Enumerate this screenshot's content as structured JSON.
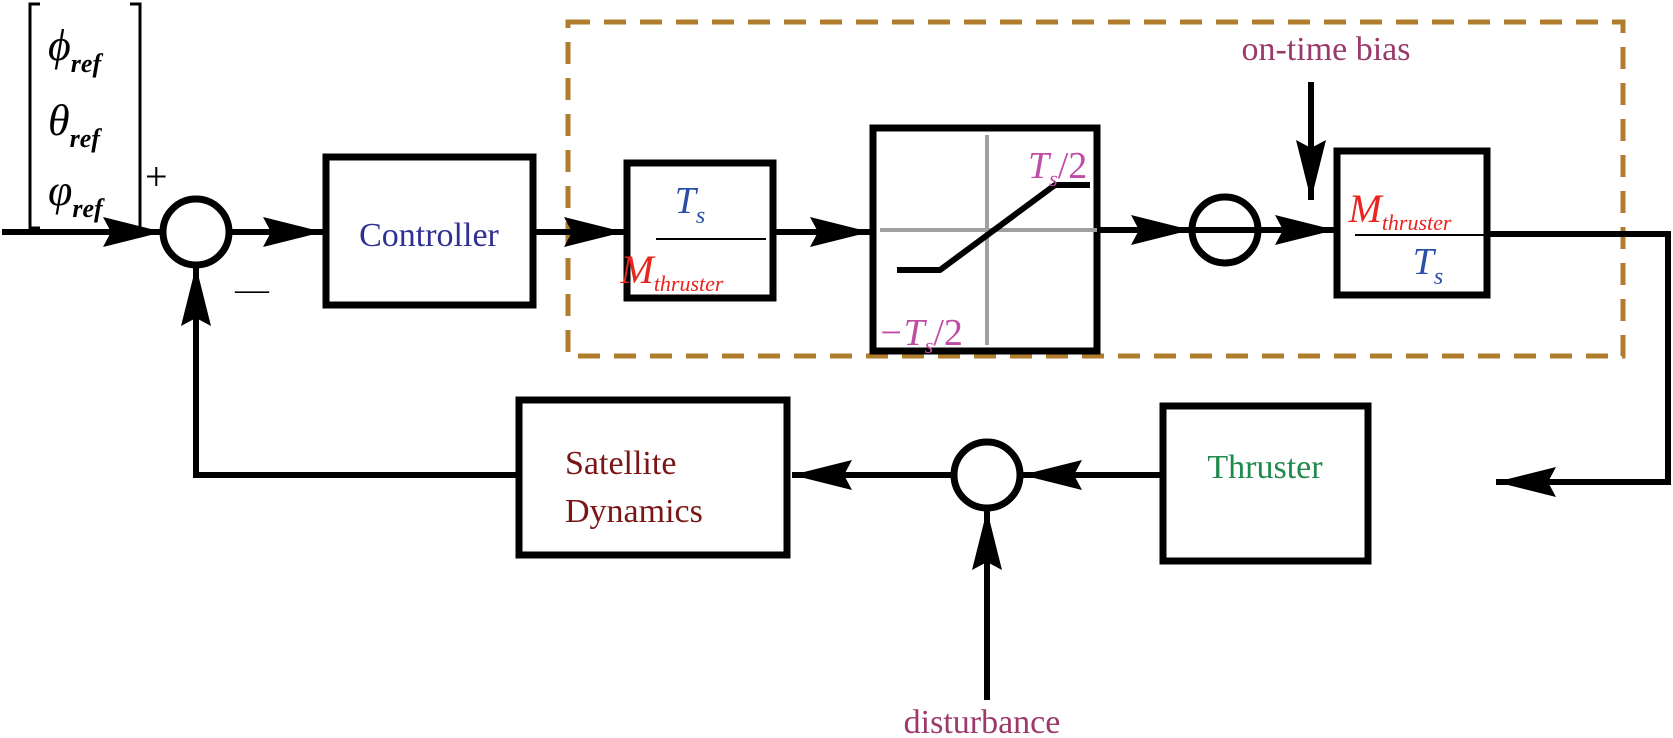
{
  "colors": {
    "line": "#000000",
    "dashed_box": "#b07d2e",
    "controller_text": "#2e3192",
    "blue_symbol": "#2b4fa8",
    "red_symbol": "#e8251f",
    "saturation_label": "#c04ca6",
    "signal_label": "#9b3a6a",
    "satellite_text": "#7a1616",
    "thruster_text": "#1f8a4c",
    "grid": "#a0a0a0"
  },
  "reference": {
    "phi": "ϕ",
    "theta": "θ",
    "psi": "φ",
    "subscript": "ref"
  },
  "summing_junction": {
    "plus": "+",
    "minus": "—"
  },
  "blocks": {
    "controller": "Controller",
    "gain_in": {
      "numerator": "T",
      "numerator_sub": "s",
      "denominator": "M",
      "denominator_sub": "thruster"
    },
    "saturation": {
      "upper": "T",
      "upper_sub": "s",
      "upper_rest": "/2",
      "lower_prefix": "−T",
      "lower_sub": "s",
      "lower_rest": "/2"
    },
    "gain_out": {
      "numerator": "M",
      "numerator_sub": "thruster",
      "denominator": "T",
      "denominator_sub": "s"
    },
    "thruster": "Thruster",
    "satellite_line1": "Satellite",
    "satellite_line2": "Dynamics"
  },
  "signals": {
    "on_time_bias": "on-time bias",
    "disturbance": "disturbance"
  }
}
